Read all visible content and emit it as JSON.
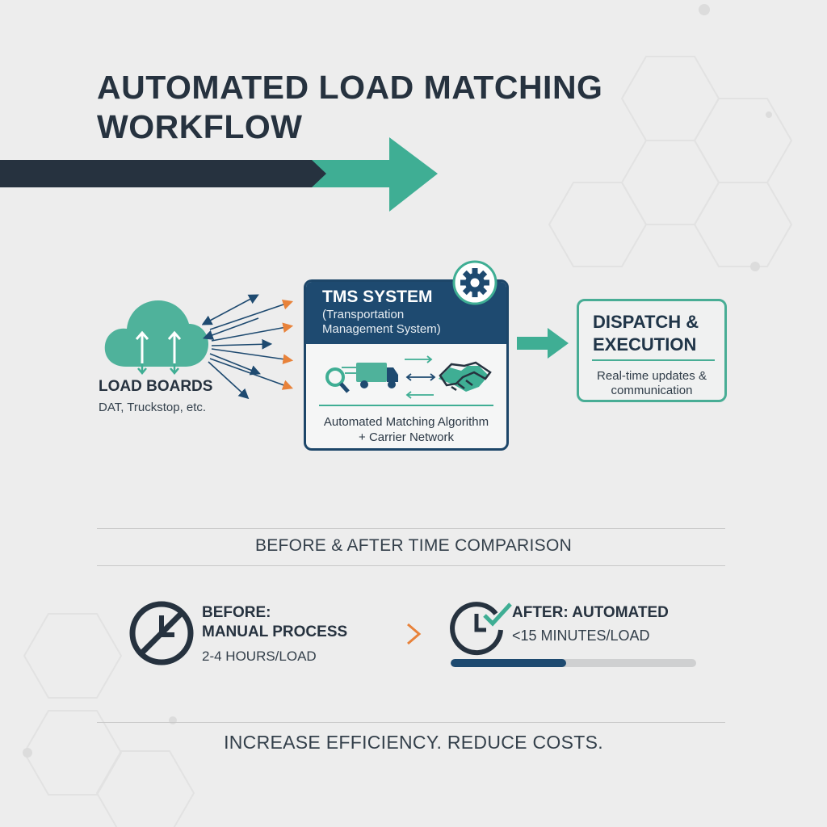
{
  "title": {
    "line1": "AUTOMATED LOAD MATCHING",
    "line2": "WORKFLOW"
  },
  "colors": {
    "navy": "#1e4a70",
    "teal": "#3fae94",
    "orange": "#e8823a",
    "dark": "#26323f",
    "background": "#ededed"
  },
  "load_boards": {
    "title": "LOAD BOARDS",
    "subtitle": "DAT, Truckstop, etc.",
    "icon": "cloud-upload-download-icon"
  },
  "tms": {
    "title": "TMS SYSTEM",
    "subtitle_line1": "(Transportation",
    "subtitle_line2": "Management System)",
    "footer_line1": "Automated Matching Algorithm",
    "footer_line2": "+ Carrier Network",
    "icons": [
      "gear-icon",
      "search-icon",
      "truck-icon",
      "exchange-arrows-icon",
      "handshake-icon"
    ]
  },
  "dispatch": {
    "title_line1": "DISPATCH &",
    "title_line2": "EXECUTION",
    "sub_line1": "Real-time updates &",
    "sub_line2": "communication"
  },
  "comparison": {
    "heading": "BEFORE & AFTER TIME COMPARISON",
    "before": {
      "line1": "BEFORE:",
      "line2": "MANUAL PROCESS",
      "line3": "2-4 HOURS/LOAD",
      "icon": "no-clock-icon"
    },
    "after": {
      "line1": "AFTER: AUTOMATED",
      "line2": "<15 MINUTES/LOAD",
      "icon": "clock-check-icon",
      "progress_fraction": 0.47
    }
  },
  "tagline": "INCREASE EFFICIENCY. REDUCE COSTS."
}
